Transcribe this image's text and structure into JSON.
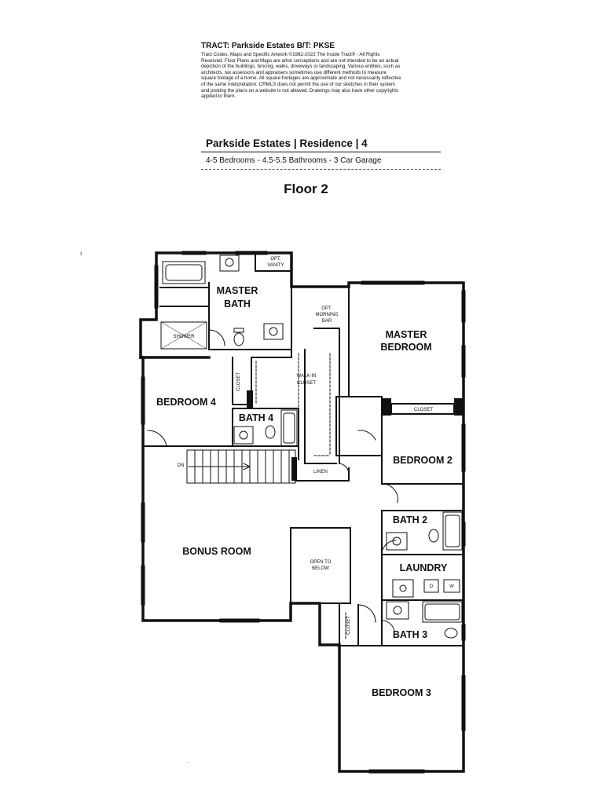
{
  "header": {
    "tract_line": "TRACT: Parkside Estates   B/T: PKSE",
    "disclaimer": "Tract Codes, Maps and Specific Artwork ©1982-2022 The Inside Tract® - All Rights Reserved. Floor Plans and Maps are artist conceptions and are not intended to be an actual depiction of the buildings, fencing, walks, driveways or landscaping. Various entities, such as architects, tax assessors and appraisers sometimes use different methods to measure square footage of a home. All square footages are approximate and not necessarily reflective of the same interpretation. CRMLS does not permit the use of our sketches in their system and posting the plans on a website is not allowed. Drawings may also have other copyrights applied to them.",
    "residence_title": "Parkside Estates | Residence | 4",
    "residence_subtitle": "4-5 Bedrooms - 4.5-5.5 Bathrooms - 3 Car Garage",
    "floor_title": "Floor 2"
  },
  "rooms": {
    "master_bath_1": "MASTER",
    "master_bath_2": "BATH",
    "master_bedroom_1": "MASTER",
    "master_bedroom_2": "BEDROOM",
    "bedroom_4": "BEDROOM 4",
    "bath_4": "BATH 4",
    "bedroom_2": "BEDROOM 2",
    "bonus_room": "BONUS ROOM",
    "bath_2": "BATH 2",
    "laundry": "LAUNDRY",
    "bath_3": "BATH 3",
    "bedroom_3": "BEDROOM 3"
  },
  "labels": {
    "opt_vanity_1": "OPT.",
    "opt_vanity_2": "VANITY",
    "opt_morning_1": "OPT.",
    "opt_morning_2": "MORNING",
    "opt_morning_3": "BAR",
    "shower": "SHOWER",
    "closet_vertical_1": "CLOSET",
    "closet_top_bed2": "CLOSET",
    "walk_in_1": "WALK-IN",
    "walk_in_2": "CLOSET",
    "linen": "LINEN",
    "dn": "DN",
    "open_to_below_1": "OPEN TO",
    "open_to_below_2": "BELOW",
    "closet_vertical_2": "CLOSET",
    "dryer": "D",
    "washer": "W"
  }
}
